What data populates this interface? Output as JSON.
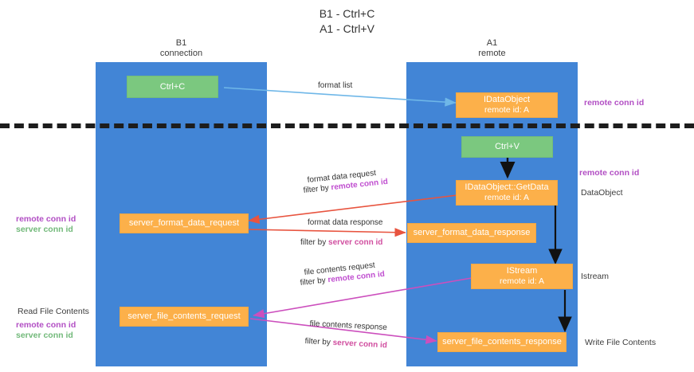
{
  "title": "B1 - Ctrl+C\nA1 - Ctrl+V",
  "columns": [
    {
      "name": "left-column",
      "title": "B1\nconnection"
    },
    {
      "name": "right-column",
      "title": "A1\nremote"
    }
  ],
  "boxes": {
    "ctrl_c": {
      "line1": "Ctrl+C",
      "line2": ""
    },
    "idataobject_remote": {
      "line1": "IDataObject",
      "line2": "remote id: A"
    },
    "ctrl_v": {
      "line1": "Ctrl+V",
      "line2": ""
    },
    "getdata": {
      "line1": "IDataObject::GetData",
      "line2": "remote id: A"
    },
    "server_format_data_request": {
      "line1": "server_format_data_request",
      "line2": ""
    },
    "server_format_data_response": {
      "line1": "server_format_data_response",
      "line2": ""
    },
    "istream": {
      "line1": "IStream",
      "line2": "remote id: A"
    },
    "server_file_contents_request": {
      "line1": "server_file_contents_request",
      "line2": ""
    },
    "server_file_contents_response": {
      "line1": "server_file_contents_response",
      "line2": ""
    }
  },
  "arrow_labels": {
    "format_list": "format list",
    "format_data_request": "format data request",
    "format_data_request_filter_prefix": "filter by ",
    "format_data_request_filter_key": "remote conn id",
    "format_data_response": "format data response",
    "format_data_response_filter_prefix": "filter by ",
    "format_data_response_filter_key": "server conn id",
    "file_contents_request": "file contents request",
    "file_contents_request_filter_prefix": "filter by ",
    "file_contents_request_filter_key": "remote conn id",
    "file_contents_response": "file contents response",
    "file_contents_response_filter_prefix": "filter by ",
    "file_contents_response_filter_key": "server conn id"
  },
  "right_labels": {
    "remote_conn_id_top": "remote conn id",
    "remote_conn_id_mid": "remote conn id",
    "dataobject": "DataObject",
    "istream": "Istream",
    "write_file_contents": "Write File Contents"
  },
  "left_labels": {
    "remote_conn_id_mid": "remote conn id",
    "server_conn_id_mid": "server conn id",
    "read_file_contents": "Read File Contents",
    "remote_conn_id_bottom": "remote conn id",
    "server_conn_id_bottom": "server conn id"
  },
  "colors": {
    "band": "#4285d6",
    "green_box": "#7bc87f",
    "orange_box": "#fcb04a",
    "purple_text": "#b24fc4",
    "green_text": "#72b97a",
    "blue_arrow": "#6fb7e8",
    "red_arrow": "#e8543f",
    "pink_arrow": "#cc4fbd",
    "dark_arrow": "#111111",
    "separator": "#1d1d1d"
  }
}
